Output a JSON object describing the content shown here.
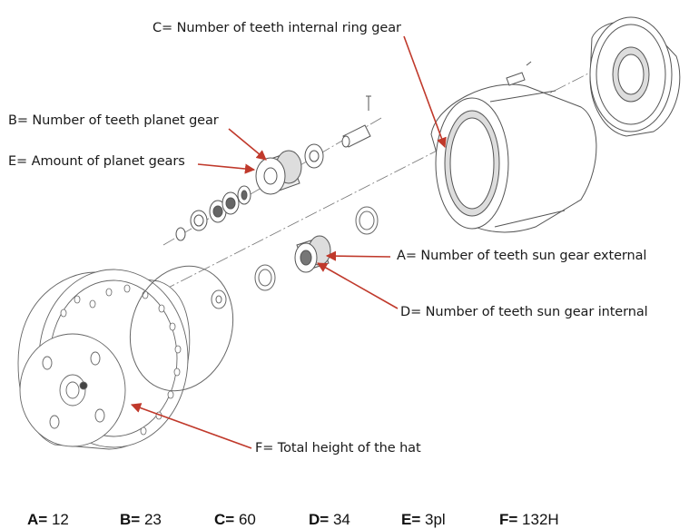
{
  "labels": {
    "c": "C= Number of teeth internal ring gear",
    "b": "B= Number of teeth planet gear",
    "e": "E= Amount of planet gears",
    "a": "A= Number of teeth sun gear external",
    "d": "D= Number of teeth sun gear internal",
    "f": "F= Total height of the hat"
  },
  "values": [
    {
      "key": "A=",
      "value": "12"
    },
    {
      "key": "B=",
      "value": "23"
    },
    {
      "key": "C=",
      "value": "60"
    },
    {
      "key": "D=",
      "value": "34"
    },
    {
      "key": "E=",
      "value": "3pl"
    },
    {
      "key": "F=",
      "value": "132H"
    }
  ],
  "colors": {
    "arrow": "#c0392b",
    "line": "#555555",
    "text": "#1a1a1a"
  }
}
